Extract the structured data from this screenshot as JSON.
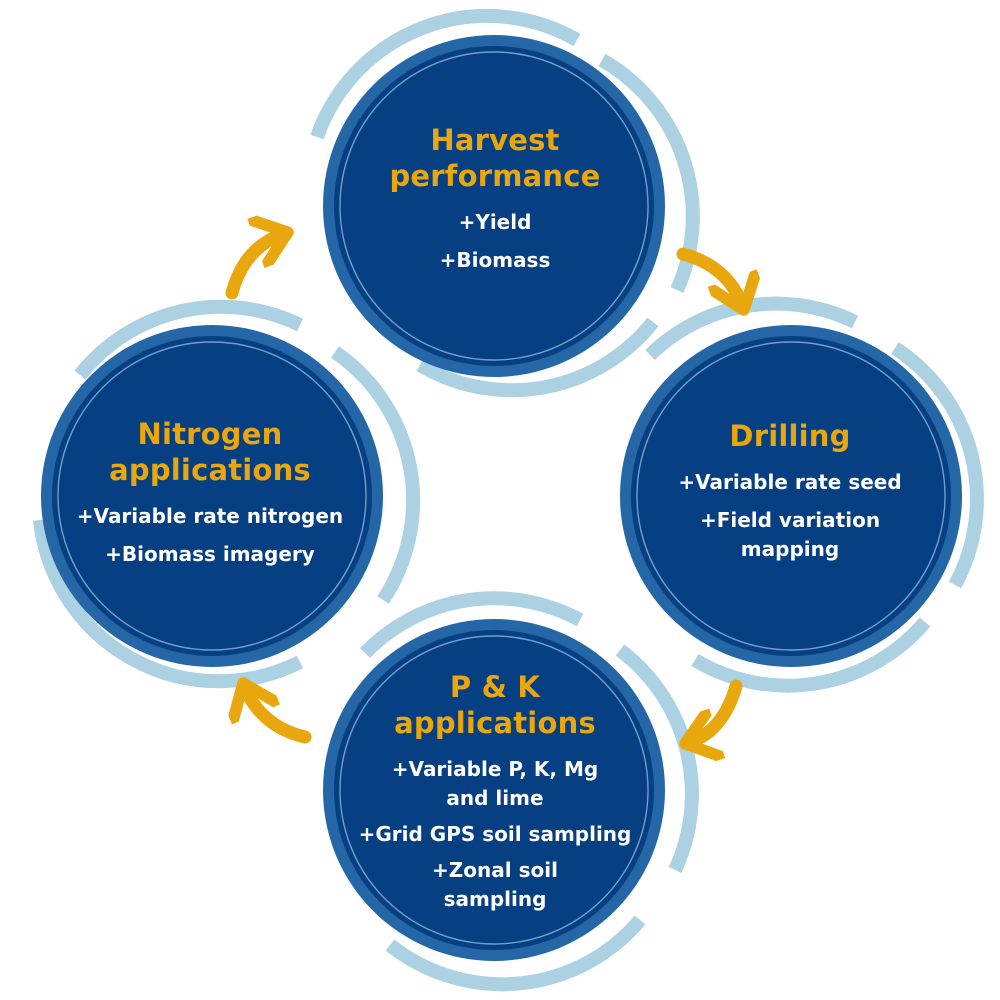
{
  "colors": {
    "circle_fill": "#063f82",
    "circle_ring": "#2566a6",
    "circle_outer_ring": "#abd1e3",
    "title": "#e8a70f",
    "text": "#ffffff",
    "arrow": "#e8a70f"
  },
  "nodes": {
    "harvest": {
      "title_lines": [
        "Harvest",
        "performance"
      ],
      "items": [
        [
          "+Yield"
        ],
        [
          "+Biomass"
        ]
      ]
    },
    "drilling": {
      "title_lines": [
        "Drilling"
      ],
      "items": [
        [
          "+Variable rate seed"
        ],
        [
          "+Field variation",
          "mapping"
        ]
      ]
    },
    "pk": {
      "title_lines": [
        "P & K",
        "applications"
      ],
      "items": [
        [
          "+Variable P, K, Mg",
          "and lime"
        ],
        [
          "+Grid GPS soil sampling"
        ],
        [
          "+Zonal soil",
          "sampling"
        ]
      ]
    },
    "nitrogen": {
      "title_lines": [
        "Nitrogen",
        "applications"
      ],
      "items": [
        [
          "+Variable rate nitrogen"
        ],
        [
          "+Biomass imagery"
        ]
      ]
    }
  },
  "arrows": {
    "harvest_to_drilling": "arrow-right-icon",
    "drilling_to_pk": "arrow-down-icon",
    "pk_to_nitrogen": "arrow-left-icon",
    "nitrogen_to_harvest": "arrow-up-icon"
  }
}
